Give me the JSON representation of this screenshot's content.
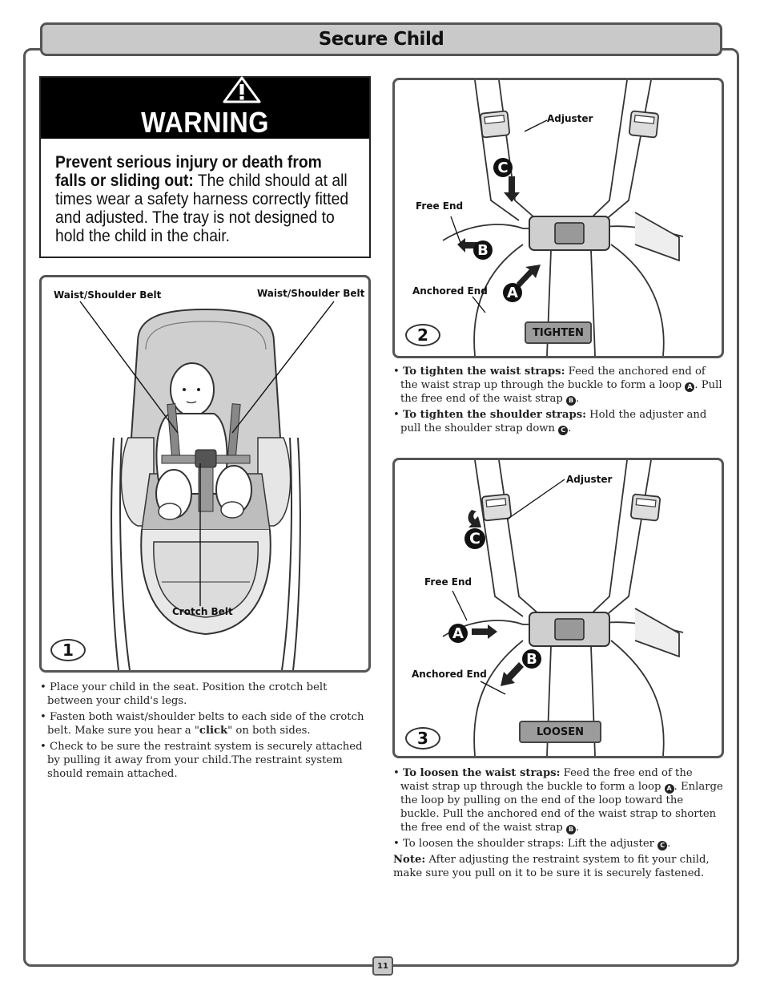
{
  "header": {
    "title": "Secure Child"
  },
  "warning": {
    "heading": "WARNING",
    "lead": "Prevent serious injury or death from falls or sliding out:",
    "body": " The child should at all times wear a safety harness correctly fitted and adjusted. The tray is not designed to hold the child in the chair."
  },
  "figure1": {
    "label_left": "Waist/Shoulder Belt",
    "label_right": "Waist/Shoulder Belt",
    "label_crotch": "Crotch Belt",
    "step": "1"
  },
  "figure2": {
    "label_adjuster": "Adjuster",
    "label_free_end": "Free End",
    "label_anchored_end": "Anchored End",
    "step": "2",
    "tag": "TIGHTEN",
    "marker_a": "A",
    "marker_b": "B",
    "marker_c": "C"
  },
  "figure3": {
    "label_adjuster": "Adjuster",
    "label_free_end": "Free End",
    "label_anchored_end": "Anchored End",
    "step": "3",
    "tag": "LOOSEN",
    "marker_a": "A",
    "marker_b": "B",
    "marker_c": "C"
  },
  "instructions1": {
    "b1": "Place your child in the seat. Position the crotch belt between your child's legs.",
    "b2_a": "Fasten both waist/shoulder belts to each side of the crotch belt. Make sure you hear a \"",
    "b2_bold": "click",
    "b2_b": "\" on both sides.",
    "b3": "Check to be sure the restraint system is securely attached by pulling it away from your child.The restraint system should remain attached."
  },
  "instructions2": {
    "b1_bold": "To tighten the waist straps:",
    "b1_a": " Feed the anchored end of the waist strap up through the buckle to form a loop ",
    "b1_b": ". Pull the free end of the waist strap ",
    "b1_c": ".",
    "b2_bold": "To tighten the shoulder straps:",
    "b2_a": " Hold the adjuster and pull the shoulder strap down ",
    "b2_b": "."
  },
  "instructions3": {
    "b1_bold": "To loosen the waist straps:",
    "b1_a": " Feed the free end of the waist strap up through the buckle to form a loop ",
    "b1_b": ". Enlarge the loop by pulling on the end of the loop toward the buckle. Pull the anchored end of the waist strap to shorten the free end of the waist strap ",
    "b1_c": ".",
    "b2_a": "To loosen the shoulder straps: Lift the adjuster ",
    "b2_b": ".",
    "note_bold": "Note:",
    "note": " After adjusting the restraint system to fit your child, make sure you pull on it to be sure it is securely fastened."
  },
  "page_number": "11"
}
